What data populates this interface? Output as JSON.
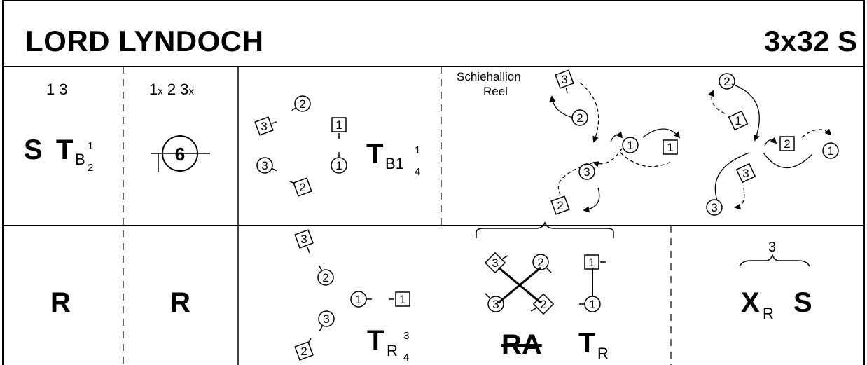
{
  "header": {
    "title": "LORD LYNDOCH",
    "form": "3x32 S"
  },
  "row1": {
    "bars_1": "1 3",
    "bars_2_a": "1",
    "bars_2_x1": "x",
    "bars_2_b": " 2 3",
    "bars_2_x2": "x",
    "set_S": "S",
    "turn_T": "T",
    "turn_sub": "B",
    "frac_half": {
      "num": "1",
      "den": "2"
    },
    "circle_6": "6",
    "turn_T2": "T",
    "turn_sub2": "B1",
    "frac_quarter": {
      "num": "1",
      "den": "4"
    },
    "schiehallion": "Schiehallion",
    "reel": "Reel"
  },
  "row2": {
    "r1": "R",
    "r2": "R",
    "turn_T3": "T",
    "turn_sub3": "R",
    "frac_threeq": {
      "num": "3",
      "den": "4"
    },
    "ra": "RA",
    "turn_T4": "T",
    "turn_sub4": "R",
    "brace_label": "3",
    "x_X": "X",
    "x_sub": "R",
    "final_S": "S"
  },
  "dancers": [
    "1",
    "2",
    "3"
  ]
}
